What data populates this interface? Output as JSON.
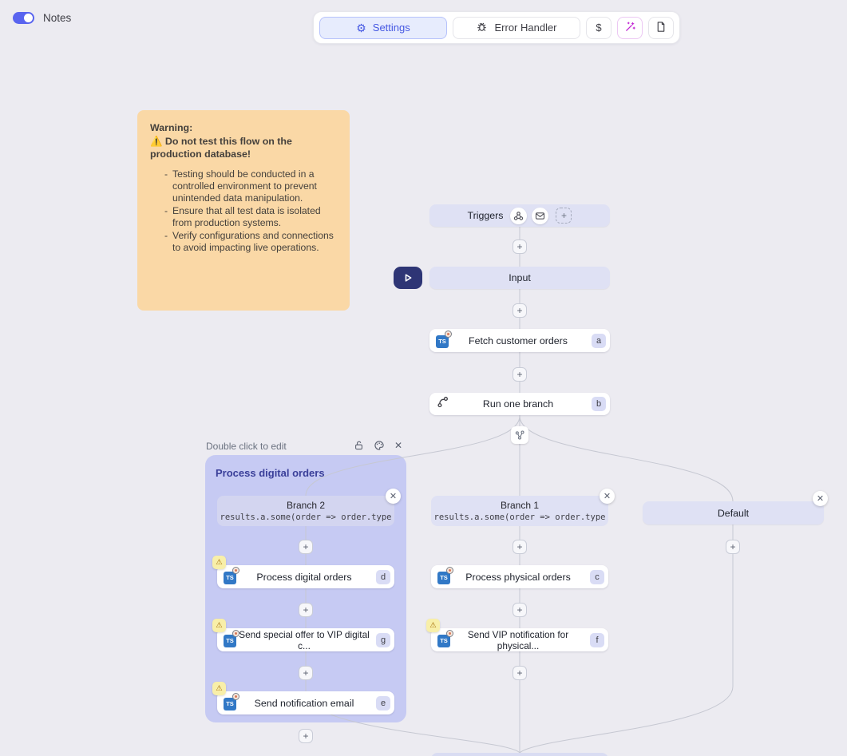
{
  "topbar": {
    "notes_label": "Notes",
    "settings_label": "Settings",
    "error_handler_label": "Error Handler",
    "dollar_label": "$"
  },
  "note": {
    "title": "Warning:",
    "alert": "⚠️ Do not test this flow on the production database!",
    "bullets": [
      "Testing should be conducted in a controlled environment to prevent unintended data manipulation.",
      "Ensure that all test data is isolated from production systems.",
      "Verify configurations and connections to avoid impacting live operations."
    ]
  },
  "flow": {
    "triggers_label": "Triggers",
    "input_label": "Input",
    "group_hint": "Double click to edit",
    "group_title": "Process digital orders",
    "ts_icon_text": "TS",
    "nodes": {
      "fetch": {
        "label": "Fetch customer orders",
        "letter": "a"
      },
      "run_one": {
        "label": "Run one branch",
        "letter": "b"
      },
      "process_digital": {
        "label": "Process digital orders",
        "letter": "d"
      },
      "vip_digital": {
        "label": "Send special offer to VIP digital c...",
        "letter": "g"
      },
      "send_email": {
        "label": "Send notification email",
        "letter": "e"
      },
      "process_physical": {
        "label": "Process physical orders",
        "letter": "c"
      },
      "vip_physical": {
        "label": "Send VIP notification for physical...",
        "letter": "f"
      }
    },
    "branches": {
      "branch2": {
        "label": "Branch 2",
        "code": "results.a.some(order => order.type"
      },
      "branch1": {
        "label": "Branch 1",
        "code": "results.a.some(order => order.type"
      },
      "default": {
        "label": "Default"
      }
    }
  },
  "colors": {
    "accent_indigo": "#4558e2",
    "toggle_blue": "#5964ef",
    "node_lavender": "#dfe1f4",
    "group_fill": "#c6caf3",
    "note_fill": "#fad8a6",
    "play_navy": "#2e3575",
    "wand_purple": "#c026d3",
    "warning_yellow": "#f8efa9",
    "ts_blue": "#3178c6"
  }
}
